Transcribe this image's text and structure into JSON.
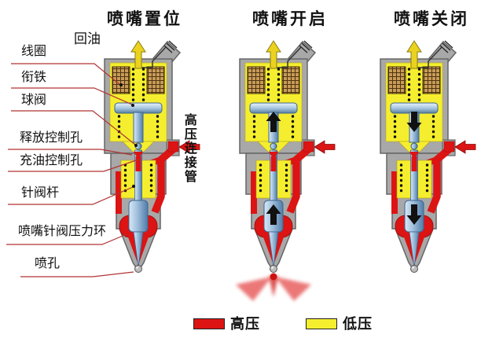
{
  "titles": {
    "injector_set": "喷嘴置位",
    "injector_open": "喷嘴开启",
    "injector_closed": "喷嘴关闭"
  },
  "labels": {
    "return_oil": "回油",
    "coil": "线圈",
    "armature": "衔铁",
    "ball_valve": "球阀",
    "release_control_orifice": "释放控制孔",
    "fill_control_orifice": "充油控制孔",
    "needle_valve_stem": "针阀杆",
    "nozzle_needle_pressure_ring": "喷嘴针阀压力环",
    "spray_hole": "喷孔",
    "high_pressure_connecting_pipe": "高压连接管"
  },
  "legend": {
    "high_pressure": {
      "label": "高压",
      "color": "#dd1414"
    },
    "low_pressure": {
      "label": "低压",
      "color": "#f5ee2e"
    }
  },
  "icons": {
    "return_oil_arrow": "yellow-up-arrow",
    "high_pressure_inlet_arrow": "red-left-arrow",
    "open_motion_arrow": "black-up-arrow",
    "closed_motion_arrow": "black-down-arrow",
    "spray": "red-spray-fan"
  },
  "colors": {
    "body_gray": "#a8a8a8",
    "low_pressure_yellow": "#f5ee2e",
    "high_pressure_red": "#dc1414",
    "plunger_blue": "#7fa6cc",
    "coil_copper": "#c89c58",
    "leader_line": "#b23333"
  }
}
